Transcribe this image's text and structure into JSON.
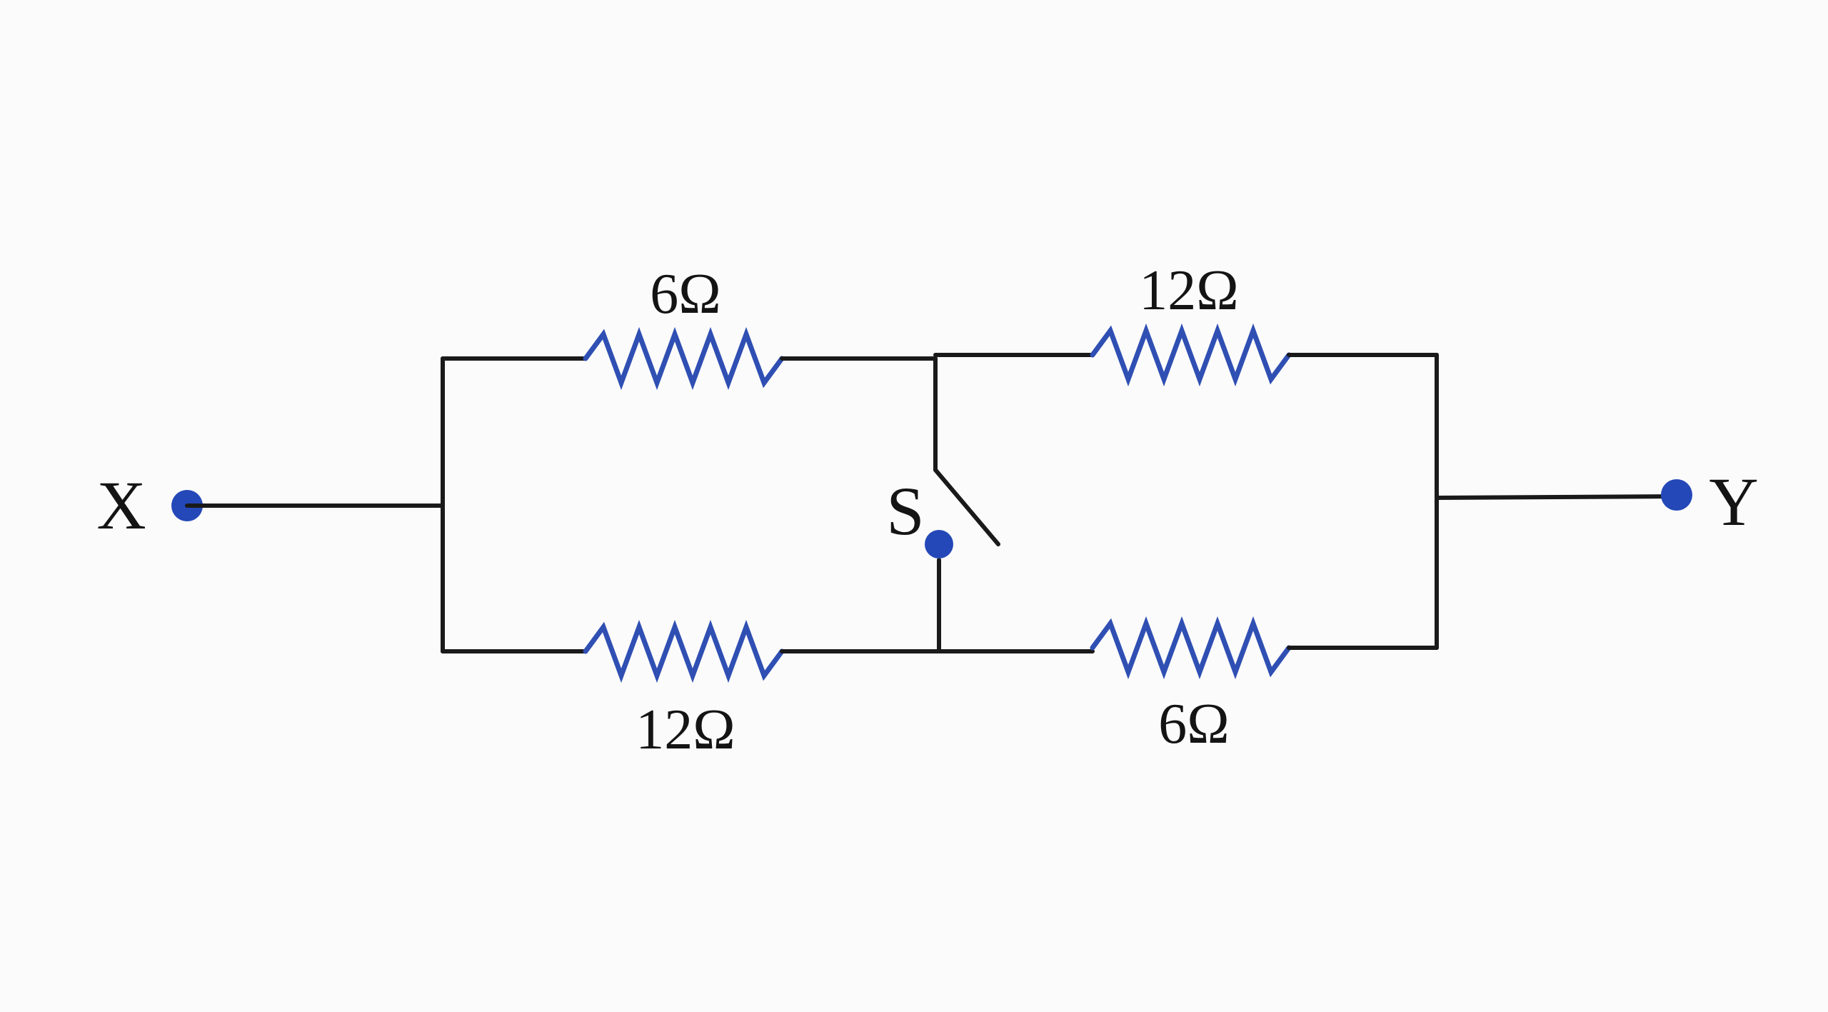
{
  "terminals": {
    "left": "X",
    "right": "Y"
  },
  "switch": {
    "label": "S"
  },
  "resistors": {
    "top_left": "6Ω",
    "top_right": "12Ω",
    "bottom_left": "12Ω",
    "bottom_right": "6Ω"
  },
  "colors": {
    "resistor": "#2f4fb3",
    "terminal_dot": "#2448b8",
    "wire": "#1a1a1a"
  }
}
